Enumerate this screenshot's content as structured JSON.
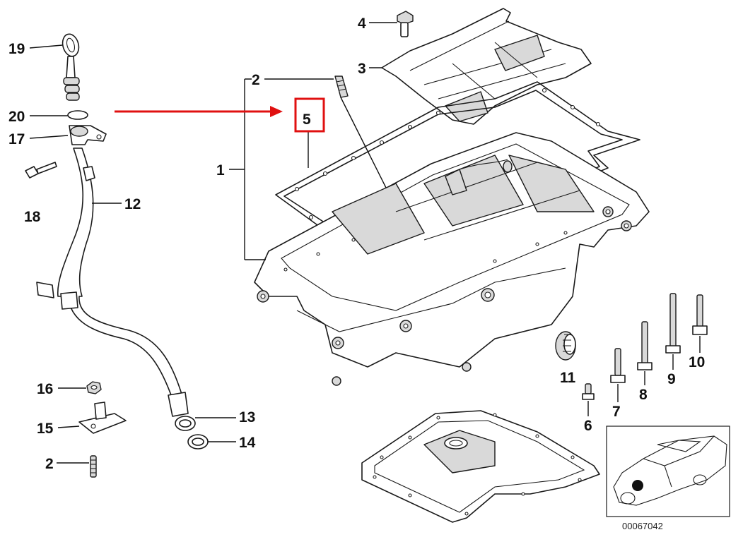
{
  "labels": {
    "p1": "1",
    "p2a": "2",
    "p2b": "2",
    "p3": "3",
    "p4": "4",
    "p5": "5",
    "p6": "6",
    "p7": "7",
    "p8": "8",
    "p9": "9",
    "p10": "10",
    "p11": "11",
    "p12": "12",
    "p13": "13",
    "p14": "14",
    "p15": "15",
    "p16": "16",
    "p17": "17",
    "p18": "18",
    "p19": "19",
    "p20": "20"
  },
  "diagram_code": "00067042",
  "highlight": {
    "target_label": "5",
    "box_color": "#e01010",
    "arrow_color": "#e01010"
  }
}
